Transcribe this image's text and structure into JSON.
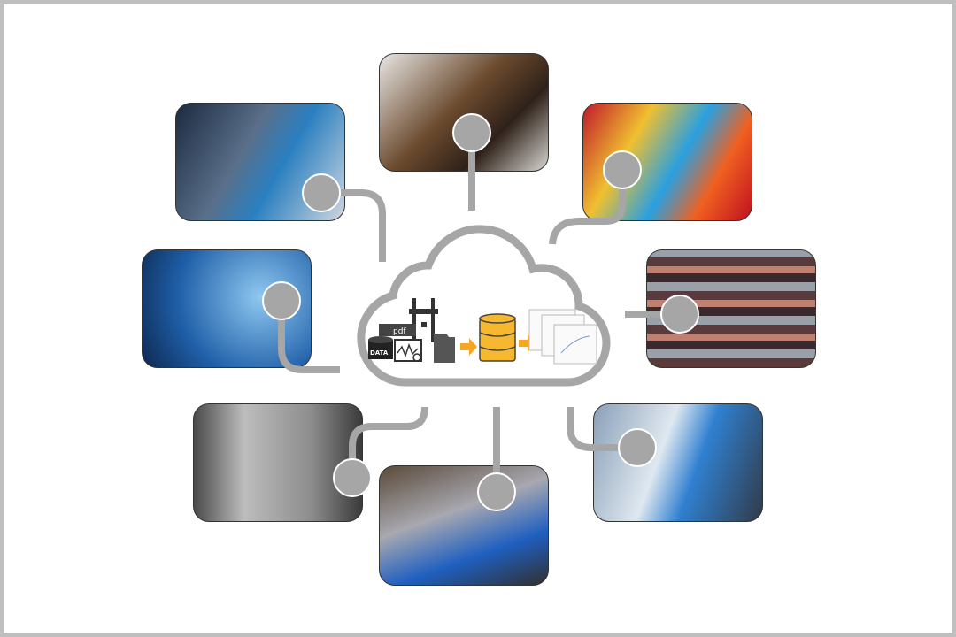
{
  "colors": {
    "connector": "#a6a6a6",
    "accent": "#f5a623",
    "db": "#f5b82e",
    "frame": "#bfbfbf"
  },
  "cloud": {
    "labels": {
      "pdf": "pdf",
      "data": "DATA"
    },
    "icons": [
      "data-cylinder-icon",
      "pdf-document-icon",
      "test-machine-icon",
      "chart-magnifier-icon",
      "folder-icon",
      "arrow-icon",
      "database-icon",
      "report-screens-icon"
    ]
  },
  "photos": [
    {
      "name": "battery-photo",
      "bg": "linear-gradient(135deg,#e8e6e3,#6b4a2e 45%,#2e2119 70%,#d8d5d0)"
    },
    {
      "name": "engineer-simulation-photo",
      "bg": "linear-gradient(120deg,#1c2a40,#5a6f8a 40%,#2a7fc0 60%,#cfd7e0)"
    },
    {
      "name": "plastic-granules-photo",
      "bg": "linear-gradient(120deg,#c0182a,#f0c030 30%,#2aa0e0 55%,#f06020 75%,#c01020)"
    },
    {
      "name": "justice-scales-photo",
      "bg": "radial-gradient(circle at 70% 40%,#8fc8f0,#1f5fa8 60%,#0d2850)"
    },
    {
      "name": "car-scrap-photo",
      "bg": "repeating-linear-gradient(0deg,#5a3a3a 0 10px,#9aa0a8 10px 20px,#3a2a30 20px 30px,#c08070 30px 38px)"
    },
    {
      "name": "additive-manufacturing-photo",
      "bg": "linear-gradient(90deg,#4a4a4a,#bdbdbd 30%,#8c8c8c 70%,#3a3a3a)"
    },
    {
      "name": "steel-coil-photo",
      "bg": "linear-gradient(160deg,#5a4a3a,#a8a8b0 40%,#1f5fc0 70%,#303030)"
    },
    {
      "name": "vr-engineer-photo",
      "bg": "linear-gradient(110deg,#8aa0b8,#dfe8f0 40%,#3080d0 60%,#303a48)"
    }
  ]
}
